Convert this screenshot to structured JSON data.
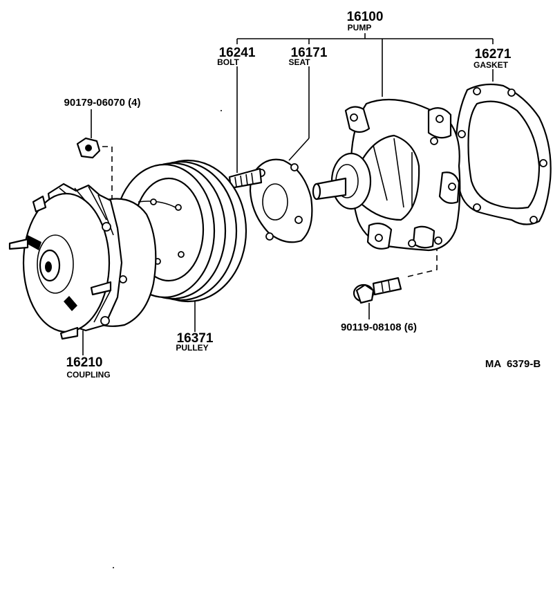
{
  "diagram": {
    "pump": {
      "part_no": "16100",
      "name": "PUMP"
    },
    "bolt": {
      "part_no": "16241",
      "name": "BOLT"
    },
    "seat": {
      "part_no": "16171",
      "name": "SEAT"
    },
    "gasket": {
      "part_no": "16271",
      "name": "GASKET"
    },
    "nut": {
      "part_no": "90179-06070 (4)"
    },
    "flange_bolt": {
      "part_no": "90119-08108 (6)"
    },
    "pulley": {
      "part_no": "16371",
      "name": "PULLEY"
    },
    "coupling": {
      "part_no": "16210",
      "name": "COUPLING"
    },
    "figure_code": "MA  6379-B"
  }
}
